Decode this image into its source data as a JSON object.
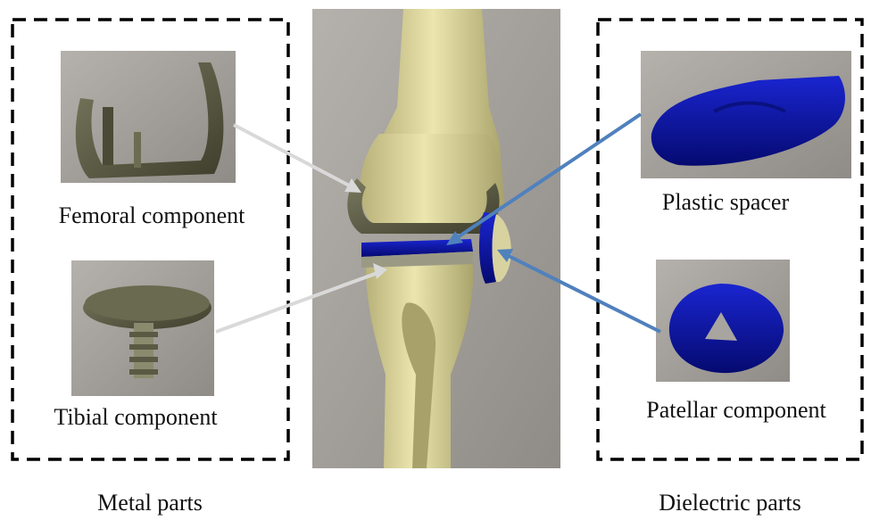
{
  "groups": {
    "metal": {
      "caption": "Metal parts"
    },
    "dielectric": {
      "caption": "Dielectric parts"
    }
  },
  "components": {
    "femoral": {
      "label": "Femoral component",
      "material": "metal"
    },
    "tibial": {
      "label": "Tibial component",
      "material": "metal"
    },
    "spacer": {
      "label": "Plastic spacer",
      "material": "dielectric"
    },
    "patellar": {
      "label": "Patellar component",
      "material": "dielectric"
    }
  },
  "colors": {
    "metal_arrow": "#d9d9d9",
    "dielectric_arrow": "#4f81bd",
    "dielectric_part": "#0a0f9c",
    "bone": "#e2dca0",
    "metal_part": "#5e5e46",
    "photo_background": "#a8a49f"
  }
}
